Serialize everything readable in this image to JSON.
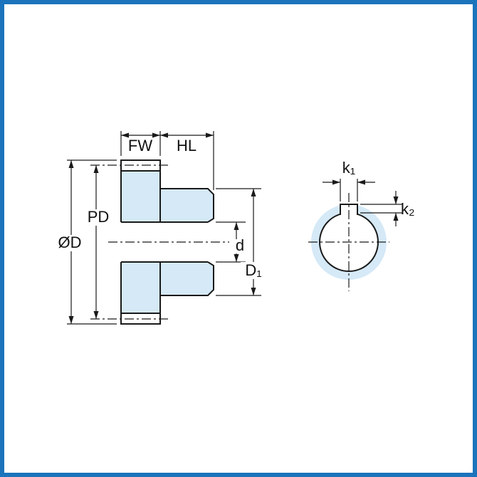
{
  "diagram": {
    "title": "gear-dimension-drawing",
    "labels": {
      "fw": "FW",
      "hl": "HL",
      "od": "ØD",
      "pd": "PD",
      "d": "d",
      "d1": "D₁",
      "k1": "k₁",
      "k2": "k₂"
    },
    "colors": {
      "border": "#1b74bc",
      "fill": "#d5e9f7",
      "line": "#1a1a1a",
      "background": "#ffffff"
    }
  }
}
